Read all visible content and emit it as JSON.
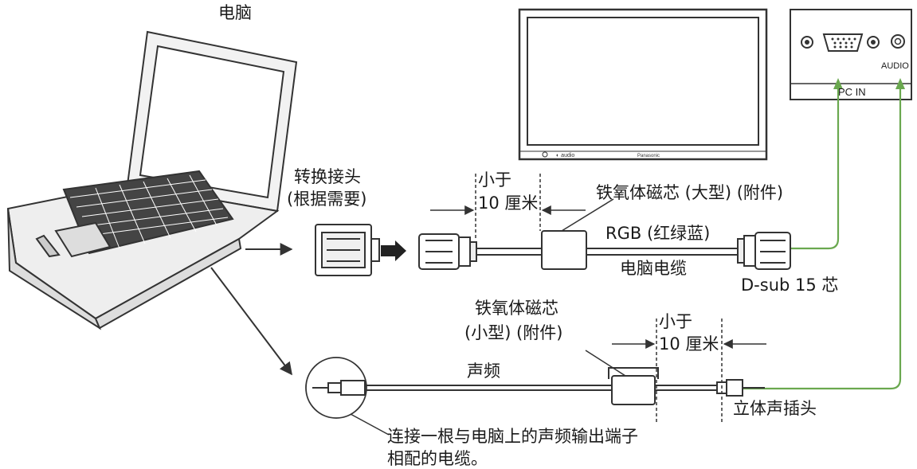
{
  "labels": {
    "computer": "电脑",
    "adapter_line1": "转换接头",
    "adapter_line2": "(根据需要)",
    "dist_top_line1": "小于",
    "dist_top_line2": "10 厘米",
    "ferrite_large": "铁氧体磁芯 (大型) (附件)",
    "rgb": "RGB (红绿蓝)",
    "pc_cable": "电脑电缆",
    "dsub": "D-sub 15 芯",
    "ferrite_small_line1": "铁氧体磁芯",
    "ferrite_small_line2": "(小型) (附件)",
    "dist_bottom_line1": "小于",
    "dist_bottom_line2": "10 厘米",
    "audio": "声频",
    "stereo_plug": "立体声插头",
    "note_line1": "连接一根与电脑上的声频输出端子",
    "note_line2": "相配的电缆。",
    "panel_audio": "AUDIO",
    "panel_pc_in": "PC IN"
  },
  "colors": {
    "line": "#333333",
    "light_line": "#777777",
    "green_cable": "#6aa84f"
  }
}
